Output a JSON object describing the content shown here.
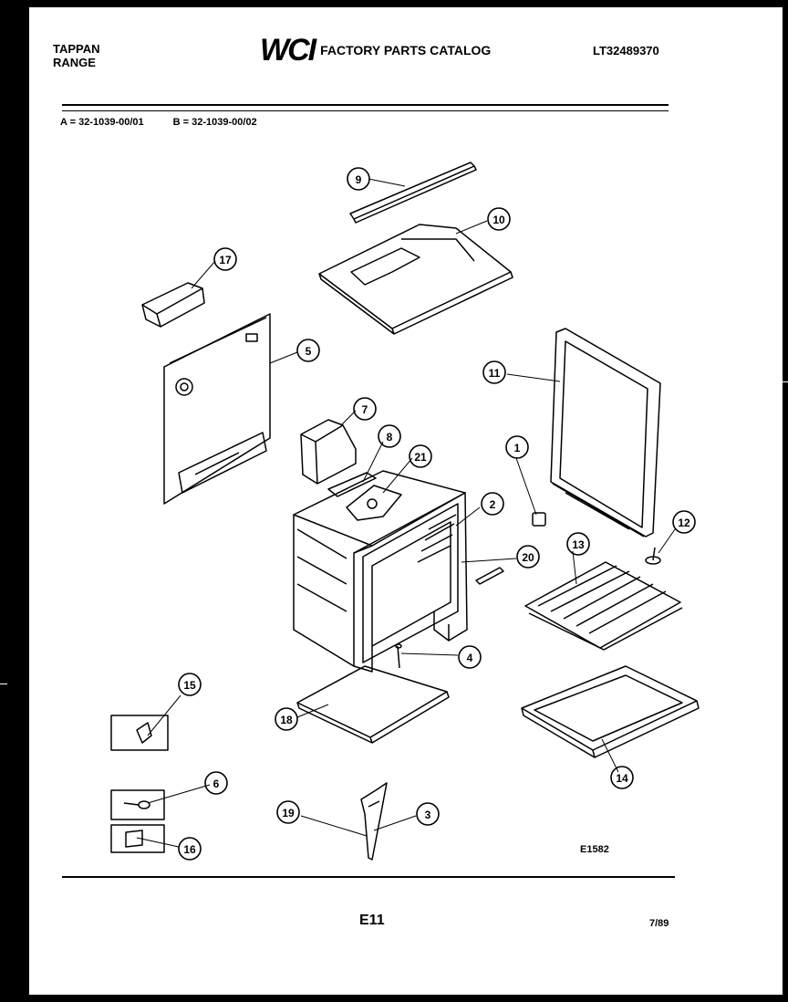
{
  "header": {
    "brand_line1": "TAPPAN",
    "brand_line2": "RANGE",
    "logo": "WCI",
    "catalog_title": "FACTORY PARTS CATALOG",
    "model_number": "LT32489370"
  },
  "variants": {
    "a": "A = 32-1039-00/01",
    "b": "B = 32-1039-00/02"
  },
  "diagram": {
    "code": "E1582",
    "callouts": [
      "9",
      "10",
      "17",
      "5",
      "11",
      "7",
      "8",
      "21",
      "1",
      "2",
      "12",
      "20",
      "13",
      "4",
      "15",
      "18",
      "14",
      "6",
      "19",
      "3",
      "16"
    ]
  },
  "footer": {
    "page": "E11",
    "date": "7/89"
  },
  "colors": {
    "ink": "#000000",
    "paper": "#ffffff",
    "border": "#000000"
  }
}
